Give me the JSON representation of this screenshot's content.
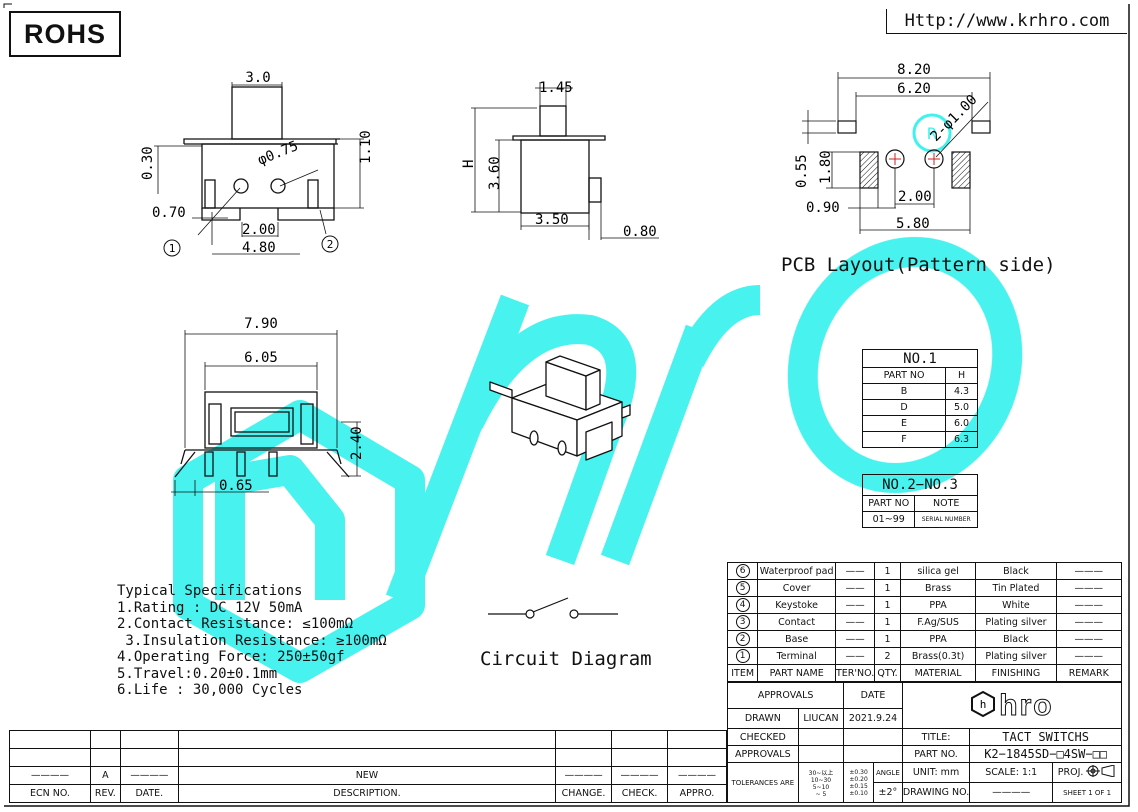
{
  "header": {
    "rohs": "ROHS",
    "url": "Http://www.krhro.com"
  },
  "top_view": {
    "width_top": "3.0",
    "height_top": "0.30",
    "height_right": "1.10",
    "hole_dia": "φ0.75",
    "pitch_left": "0.70",
    "pitch_center": "2.00",
    "overall": "4.80",
    "marker_1": "1",
    "marker_2": "2"
  },
  "side_view": {
    "width_top": "1.45",
    "height_label": "H",
    "body_height": "3.60",
    "body_width": "3.50",
    "offset": "0.80"
  },
  "pcb": {
    "overall": "8.20",
    "inner": "6.20",
    "hole": "2-φ1.00",
    "pad_height": "0.55",
    "pad_inner": "1.80",
    "pad_width": "0.90",
    "hole_pitch": "2.00",
    "span": "5.80",
    "caption": "PCB Layout(Pattern side)"
  },
  "front_view": {
    "outer": "7.90",
    "inner": "6.05",
    "height": "2.40",
    "foot": "0.65"
  },
  "no1_table": {
    "title": "NO.1",
    "head": [
      "PART NO",
      "H"
    ],
    "rows": [
      [
        "B",
        "4.3"
      ],
      [
        "D",
        "5.0"
      ],
      [
        "E",
        "6.0"
      ],
      [
        "F",
        "6.3"
      ]
    ]
  },
  "no23_table": {
    "title": "NO.2−NO.3",
    "head": [
      "PART NO",
      "NOTE"
    ],
    "rows": [
      [
        "01~99",
        "SERIAL NUMBER"
      ]
    ]
  },
  "specs": {
    "title": "Typical Specifications",
    "items": [
      "1.Rating : DC 12V 50mA",
      "2.Contact Resistance: ≤100mΩ",
      " 3.Insulation Resistance: ≥100mΩ",
      "4.Operating Force: 250±50gf",
      "5.Travel:0.20±0.1mm",
      "6.Life : 30,000 Cycles"
    ]
  },
  "circuit_caption": "Circuit Diagram",
  "bom": {
    "rows": [
      {
        "num": "6",
        "name": "Waterproof pad",
        "ter": "——",
        "qty": "1",
        "material": "silica gel",
        "finishing": "Black",
        "remark": "———"
      },
      {
        "num": "5",
        "name": "Cover",
        "ter": "——",
        "qty": "1",
        "material": "Brass",
        "finishing": "Tin Plated",
        "remark": "———"
      },
      {
        "num": "4",
        "name": "Keystoke",
        "ter": "——",
        "qty": "1",
        "material": "PPA",
        "finishing": "White",
        "remark": "———"
      },
      {
        "num": "3",
        "name": "Contact",
        "ter": "——",
        "qty": "1",
        "material": "F.Ag/SUS",
        "finishing": "Plating silver",
        "remark": "———"
      },
      {
        "num": "2",
        "name": "Base",
        "ter": "——",
        "qty": "1",
        "material": "PPA",
        "finishing": "Black",
        "remark": "———"
      },
      {
        "num": "1",
        "name": "Terminal",
        "ter": "——",
        "qty": "2",
        "material": "Brass(0.3t)",
        "finishing": "Plating silver",
        "remark": "———"
      }
    ],
    "head": [
      "ITEM",
      "PART NAME",
      "TER'NO.",
      "QTY.",
      "MATERIAL",
      "FINISHING",
      "REMARK"
    ]
  },
  "title_block": {
    "approvals_head": "APPROVALS",
    "date_head": "DATE",
    "drawn": "DRAWN",
    "drawn_by": "LIUCAN",
    "drawn_date": "2021.9.24",
    "checked": "CHECKED",
    "approvals": "APPROVALS",
    "tolerances": "TOLERANCES ARE",
    "tol_ranges": [
      "30~以上",
      "10~30",
      "5~10",
      "~ 5"
    ],
    "tol_values": [
      "±0.30",
      "±0.20",
      "±0.15",
      "±0.10"
    ],
    "angle": "ANGLE",
    "angle_val": "±2°",
    "brand": "hro",
    "title_label": "TITLE:",
    "title_value": "TACT SWITCHS",
    "part_label": "PART NO.",
    "part_value": "K2−1845SD−□4SW−□□",
    "unit": "UNIT: mm",
    "scale": "SCALE:  1:1",
    "proj": "PROJ.",
    "drawing_no": "DRAWING NO.",
    "drawing_no_val": "————",
    "sheet": "SHEET  1  OF  1"
  },
  "revision_block": {
    "rev_value": "A",
    "desc_value": "NEW",
    "head": [
      "ECN NO.",
      "REV.",
      "DATE.",
      "DESCRIPTION.",
      "CHANGE.",
      "CHECK.",
      "APPRO."
    ],
    "dash": "————"
  },
  "colors": {
    "watermark": "#3ff2ee",
    "ink": "#111111"
  }
}
